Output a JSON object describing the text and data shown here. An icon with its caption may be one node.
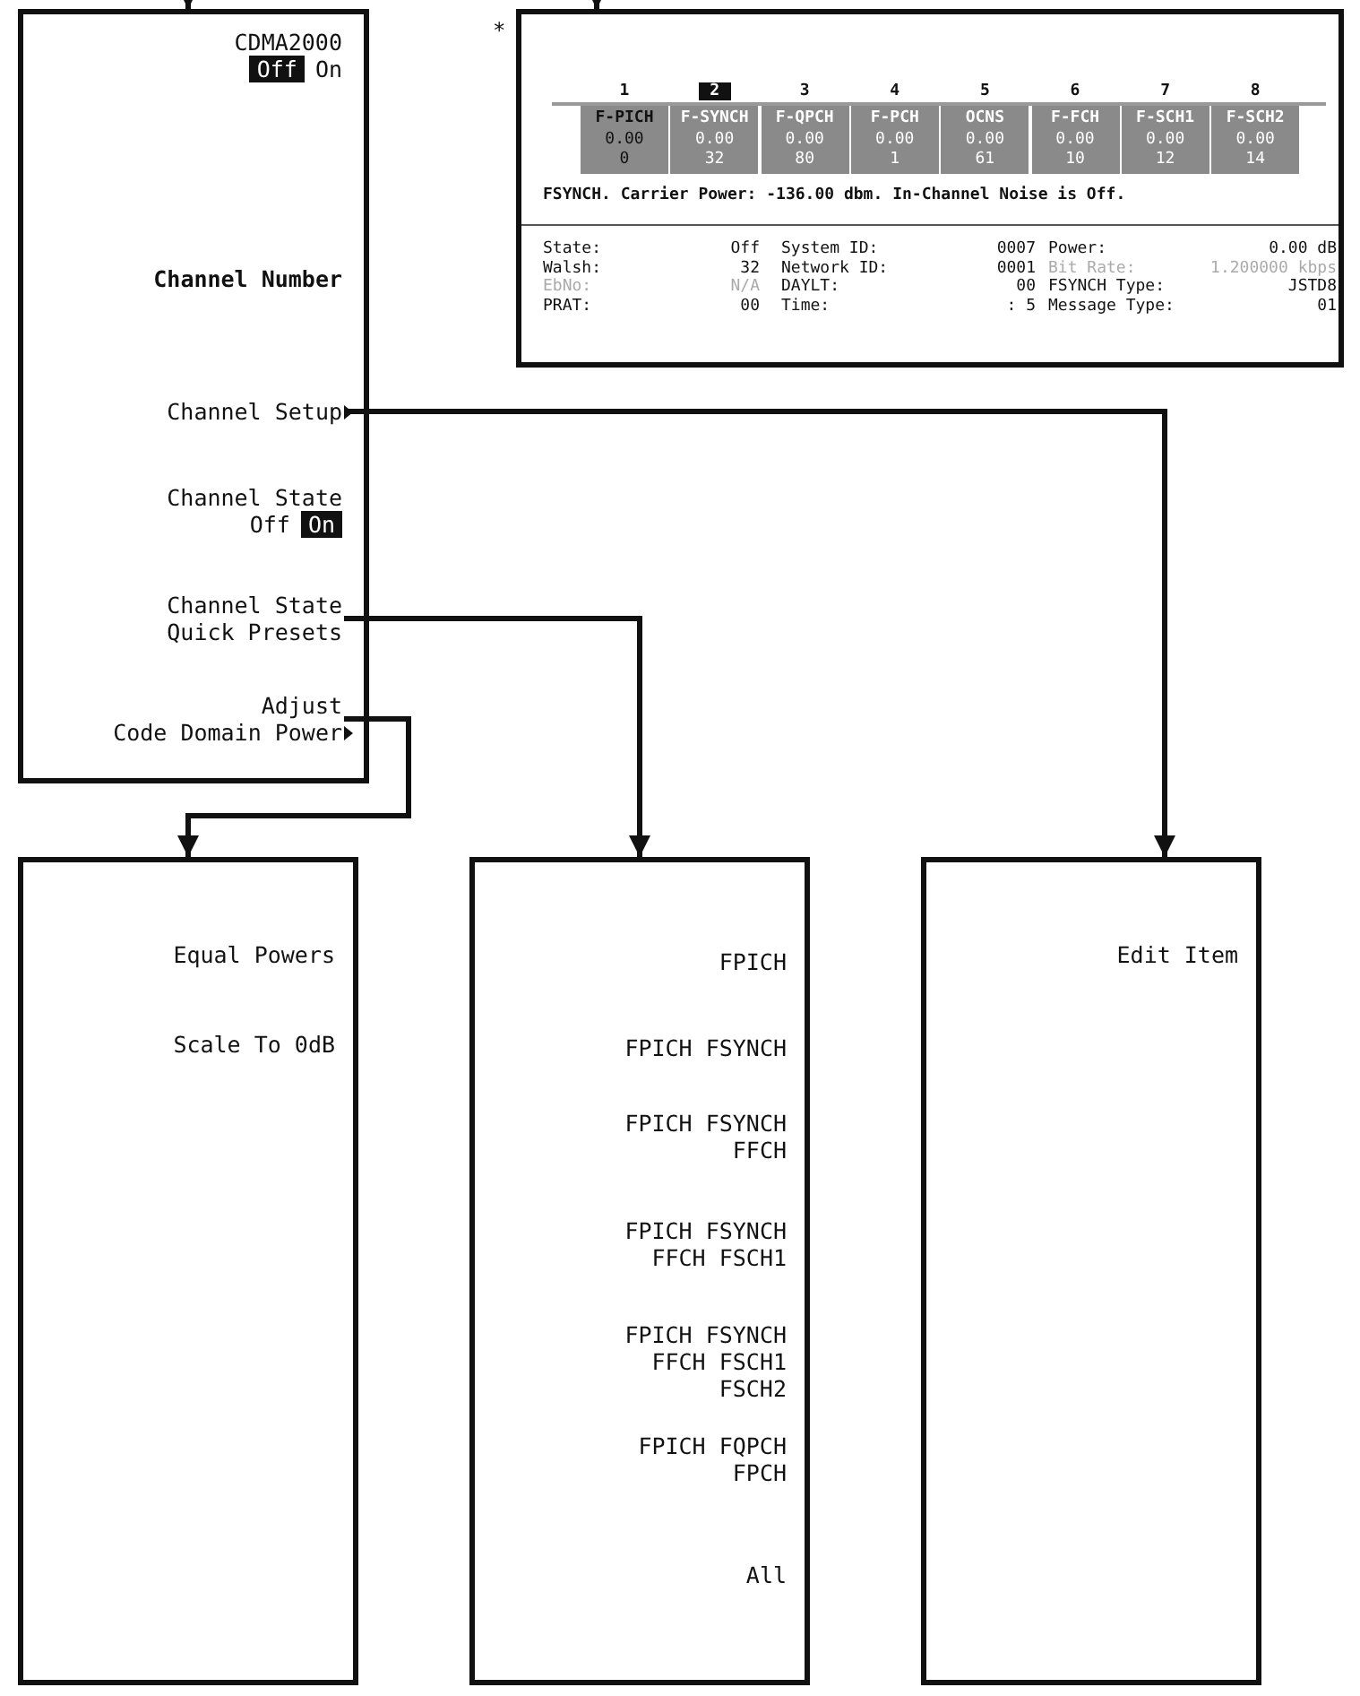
{
  "diagram": {
    "nodes": [
      {
        "text": [],
        "shape": "box"
      },
      {
        "text": [
          "CDMA2000",
          "Off",
          "On"
        ],
        "in": 0
      },
      {
        "text": [
          "Channel Number"
        ],
        "in": 0
      },
      {
        "text": [
          "Channel Setup"
        ],
        "in": 0
      },
      {
        "text": [
          "Channel State",
          "Off",
          "On"
        ],
        "in": 0
      },
      {
        "text": [
          "Channel State Quick Presets"
        ],
        "in": 0
      },
      {
        "text": [
          "Adjust",
          "Code Domain Power"
        ],
        "in": 0
      },
      {
        "text": [],
        "shape": "box",
        "beside": [
          "*"
        ]
      },
      {
        "text": [
          "Equal Powers",
          "Scale To 0dB"
        ]
      },
      {
        "text": [
          "FPICH",
          "FPICH FSYNCH",
          "FPICH FSYNCH FFCH",
          "FPICH FSYNCH FFCH FSCH1",
          "FPICH FSYNCH FFCH FSCH1 FSCH2",
          "FPICH FQPCH FPCH",
          "All"
        ]
      },
      {
        "text": [
          "Edit Item"
        ]
      }
    ],
    "edges": [
      {
        "from": null,
        "to": 0,
        "arrow": "to"
      },
      {
        "from": null,
        "to": 7,
        "arrow": "to"
      },
      {
        "from": 3,
        "to": 10,
        "arrow": "to"
      },
      {
        "from": 5,
        "to": 9,
        "arrow": "to"
      },
      {
        "from": 6,
        "to": 8,
        "arrow": "to"
      }
    ],
    "labels": [
      "1",
      "2",
      "3",
      "4",
      "5",
      "6",
      "7",
      "8",
      "F-PICH",
      "F-SYNCH",
      "F-QPCH",
      "F-PCH",
      "OCNS",
      "F-FCH",
      "F-SCH1",
      "F-SCH2",
      "0.00",
      "0.00",
      "0.00",
      "0.00",
      "0.00",
      "0.00",
      "0.00",
      "0.00",
      "0",
      "32",
      "80",
      "1",
      "61",
      "10",
      "12",
      "14",
      "FSYNCH. Carrier Power: -136.00 dbm. In-Channel Noise is Off.",
      "State:",
      "Off",
      "System ID:",
      "0007",
      "Power:",
      "0.00 dB",
      "Walsh:",
      "32",
      "Network ID:",
      "0001",
      "Bit Rate:",
      "1.200000 kbps",
      "EbNo:",
      "N/A",
      "DAYLT:",
      "00",
      "FSYNCH Type:",
      "JSTD8",
      "PRAT:",
      "00",
      "Time:",
      ": 5",
      "Message Type:",
      "01"
    ]
  }
}
